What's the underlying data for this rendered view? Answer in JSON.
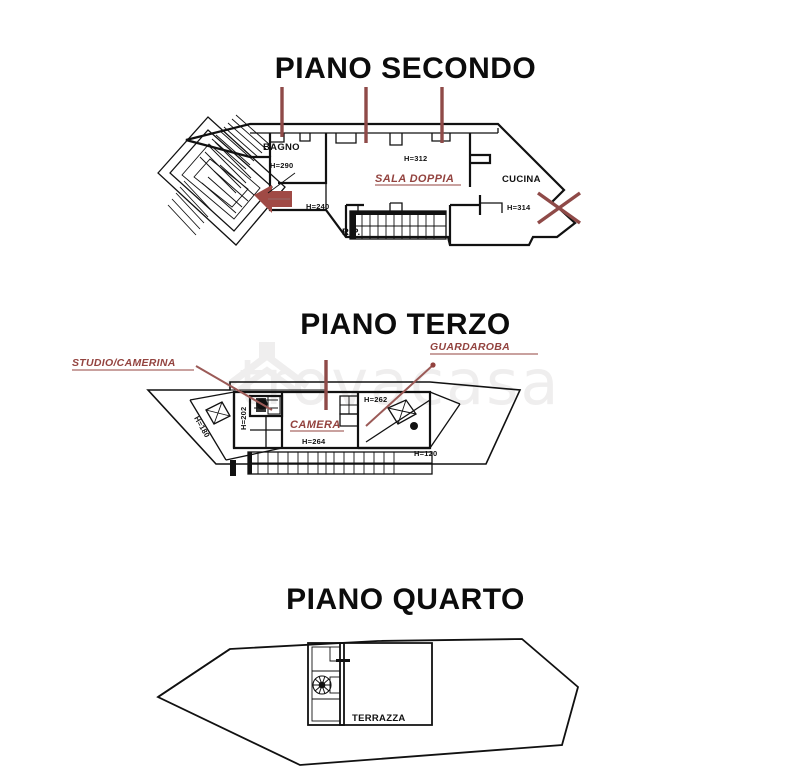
{
  "document": {
    "kind": "real-estate-floor-plan-sheet",
    "background_color": "#ffffff",
    "ink_color": "#111111",
    "annotation_color": "#93433f",
    "watermark_text": "trovacasa"
  },
  "floors": [
    {
      "id": "piano-secondo",
      "title": "PIANO SECONDO",
      "rooms": [
        {
          "name": "BAGNO",
          "height_label": "H=290"
        },
        {
          "name": "SALA DOPPIA",
          "height_label": "H=312",
          "highlight": true
        },
        {
          "name": "CUCINA",
          "height_label": "H=314"
        },
        {
          "name": "RIP.",
          "height_label": "H=240"
        }
      ],
      "labels": {
        "bagno": "BAGNO",
        "h_bagno": "H=290",
        "h_sala": "H=312",
        "sala_doppia": "SALA DOPPIA",
        "cucina": "CUCINA",
        "h_cucina": "H=314",
        "h_rip": "H=240",
        "rip": "RIP."
      }
    },
    {
      "id": "piano-terzo",
      "title": "PIANO TERZO",
      "rooms": [
        {
          "name": "STUDIO/CAMERINA",
          "height_label": "H=202",
          "callout": true
        },
        {
          "name": "CAMERA",
          "height_label": "H=264",
          "highlight": true
        },
        {
          "name": "GUARDAROBA",
          "height_label": "H=262",
          "callout": true
        },
        {
          "name": "",
          "height_label": "H=120"
        },
        {
          "name": "",
          "height_label": "H=180"
        }
      ],
      "labels": {
        "studio_camerina": "STUDIO/CAMERINA",
        "guardaroba": "GUARDAROBA",
        "camera": "CAMERA",
        "h_camera": "H=264",
        "h_guardaroba": "H=262",
        "h_studio": "H=202",
        "h_120": "H=120",
        "h_180": "H=180"
      }
    },
    {
      "id": "piano-quarto",
      "title": "PIANO QUARTO",
      "rooms": [
        {
          "name": "TERRAZZA",
          "height_label": ""
        }
      ],
      "labels": {
        "terrazza": "TERRAZZA"
      }
    }
  ]
}
